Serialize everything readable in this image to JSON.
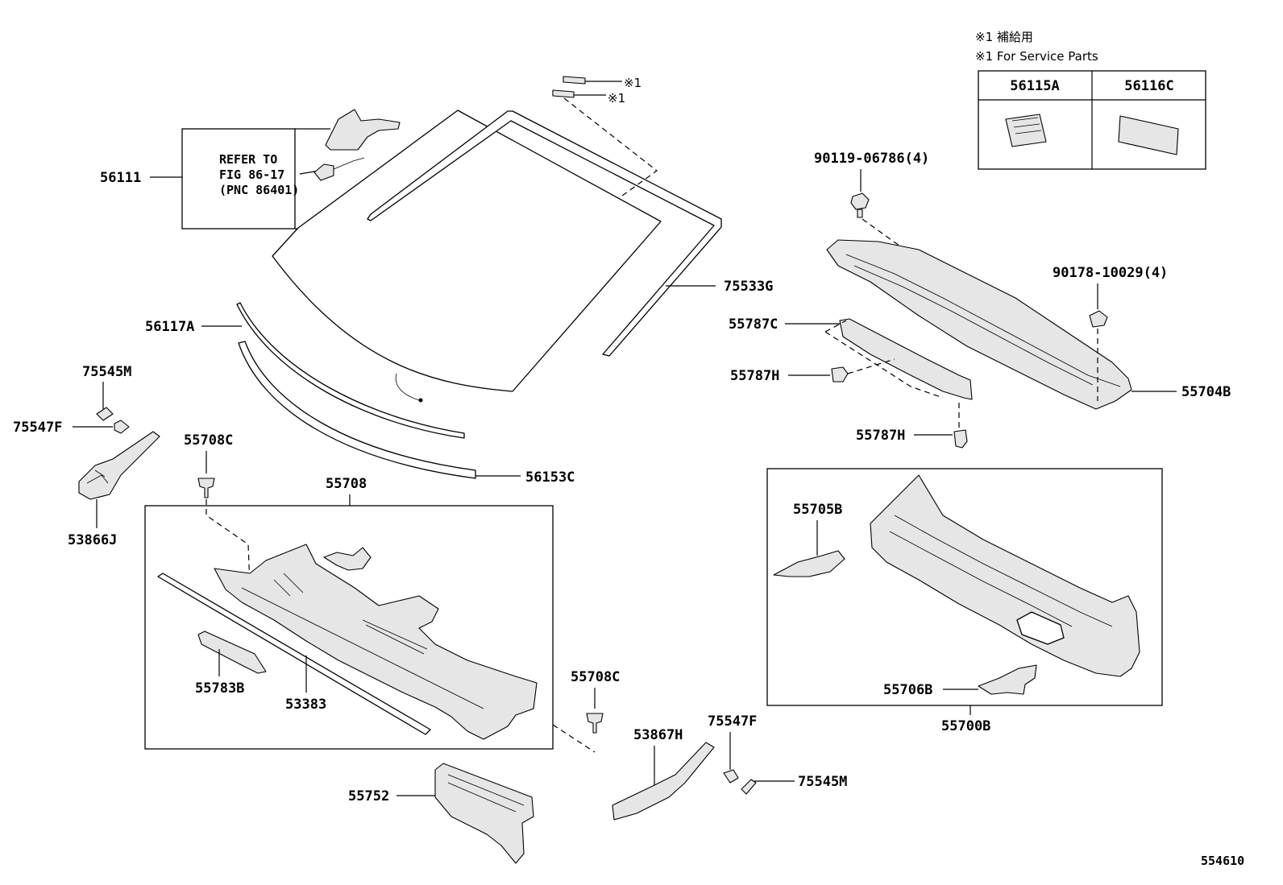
{
  "notes": {
    "line1": "※1 補給用",
    "line2": "※1 For Service Parts"
  },
  "service_table": {
    "col1": "56115A",
    "col2": "56116C"
  },
  "marks": {
    "star1a": "※1",
    "star1b": "※1"
  },
  "refer_box": {
    "line1": "REFER TO",
    "line2": "FIG 86-17",
    "line3": "(PNC 86401)"
  },
  "labels": {
    "p56111": "56111",
    "p75533G": "75533G",
    "p56117A": "56117A",
    "p56153C": "56153C",
    "p75545M_left": "75545M",
    "p75547F_left": "75547F",
    "p53866J": "53866J",
    "p55708C_top": "55708C",
    "p55708": "55708",
    "p55783B": "55783B",
    "p53383": "53383",
    "p55708C_mid": "55708C",
    "p53867H": "53867H",
    "p75547F_right": "75547F",
    "p75545M_right": "75545M",
    "p55752": "55752",
    "p90119": "90119-06786(4)",
    "p90178": "90178-10029(4)",
    "p55787C": "55787C",
    "p55787H_a": "55787H",
    "p55787H_b": "55787H",
    "p55704B": "55704B",
    "p55705B": "55705B",
    "p55706B": "55706B",
    "p55700B": "55700B"
  },
  "diagram_id": "554610"
}
